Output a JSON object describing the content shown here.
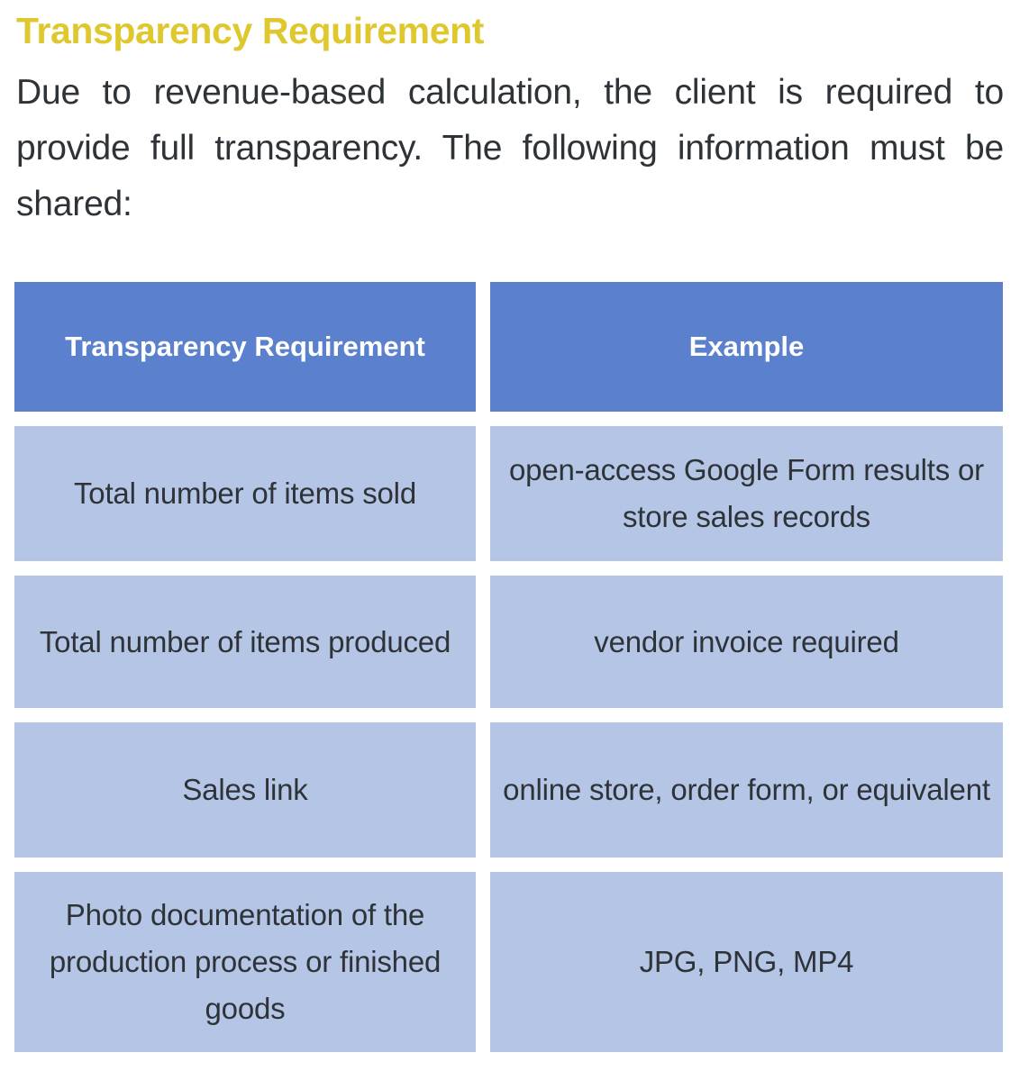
{
  "document": {
    "title": "Transparency Requirement",
    "title_color": "#dfc82e",
    "intro_paragraph": "Due to revenue-based calculation, the client is required to provide full transparency. The following information must be shared:",
    "body_text_color": "#2e3338",
    "background_color": "#ffffff"
  },
  "table": {
    "header_background": "#5a80ce",
    "header_text_color": "#ffffff",
    "cell_background": "#b5c5e6",
    "cell_text_color": "#2e3338",
    "columns": [
      {
        "header": "Transparency Requirement"
      },
      {
        "header": "Example"
      }
    ],
    "rows": [
      {
        "requirement": "Total number of items sold",
        "example": "open-access Google Form results or store sales records"
      },
      {
        "requirement": "Total number of items produced",
        "example": "vendor invoice required"
      },
      {
        "requirement": "Sales link",
        "example": "online store, order form, or equivalent"
      },
      {
        "requirement": "Photo documentation of the production process or finished goods",
        "example": "JPG, PNG, MP4"
      }
    ]
  }
}
